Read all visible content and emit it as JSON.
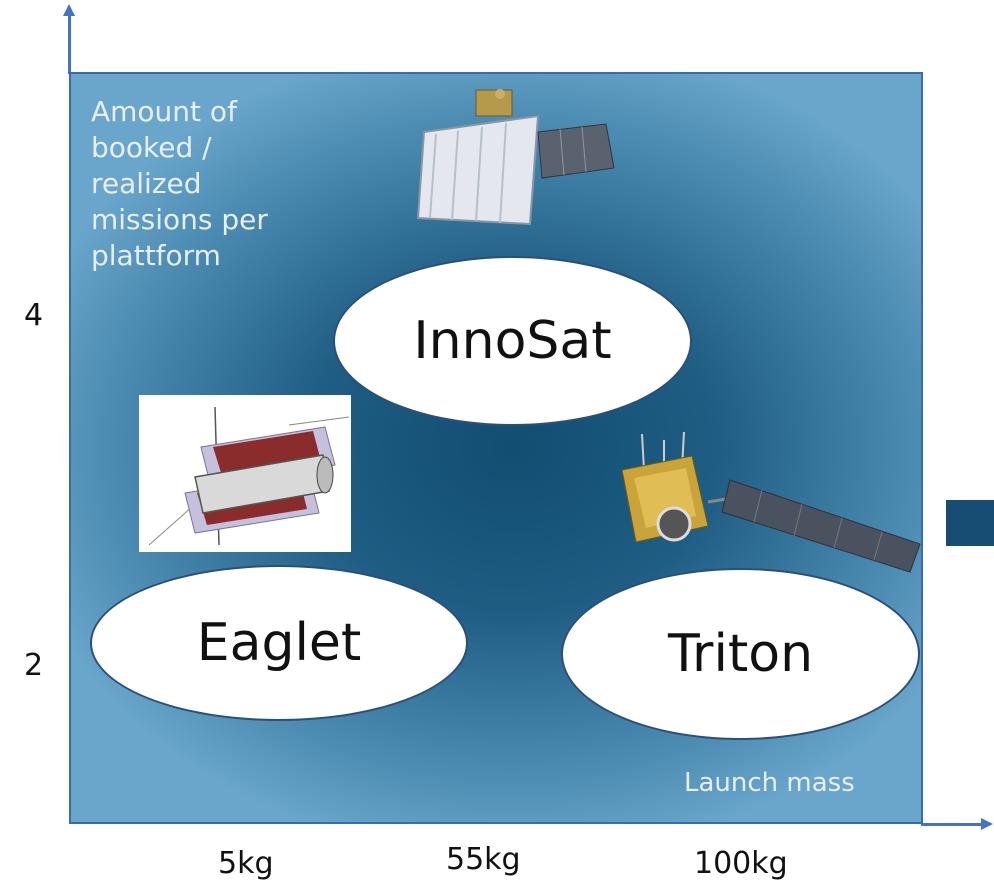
{
  "y_axis": {
    "label": "Amount of booked / realized missions per plattform",
    "ticks": [
      "4",
      "2"
    ]
  },
  "x_axis": {
    "label": "Launch mass",
    "ticks": [
      "5kg",
      "55kg",
      "100kg"
    ]
  },
  "platforms": [
    {
      "name": "InnoSat",
      "icon": "innosat-satellite"
    },
    {
      "name": "Eaglet",
      "icon": "eaglet-satellite"
    },
    {
      "name": "Triton",
      "icon": "triton-satellite"
    }
  ],
  "colors": {
    "panel": "#1f5d84",
    "axis": "#4472c4",
    "legend_square": "#174d72"
  }
}
